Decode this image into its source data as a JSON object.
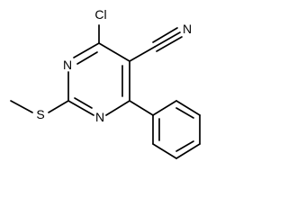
{
  "molecule": {
    "atoms": {
      "chlorine": "Cl",
      "nitrile_nitrogen": "N",
      "ring_nitrogen_top": "N",
      "ring_nitrogen_bottom": "N",
      "sulfur": "S"
    }
  }
}
